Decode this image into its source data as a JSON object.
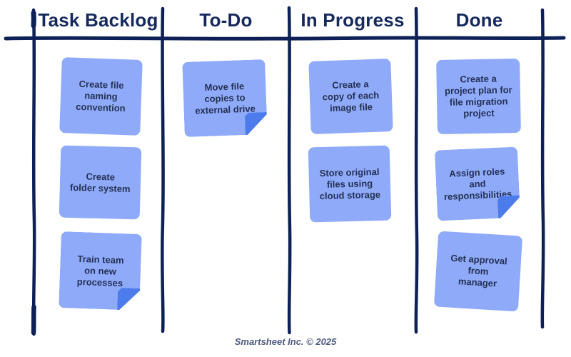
{
  "colors": {
    "background": "#FFFFFF",
    "line": "#0D2156",
    "header_text": "#15295C",
    "note_fill": "#8FAAF8",
    "note_fold": "#4C7CEC",
    "note_text": "#243156",
    "footer_text": "#4E5A7E"
  },
  "board": {
    "columns": [
      {
        "title": "Task Backlog",
        "notes": [
          {
            "text": "Create file\nnaming\nconvention",
            "folded": false
          },
          {
            "text": "Create\nfolder system",
            "folded": false
          },
          {
            "text": "Train team\non new\nprocesses",
            "folded": true
          }
        ]
      },
      {
        "title": "To-Do",
        "notes": [
          {
            "text": "Move file\ncopies to\nexternal drive",
            "folded": true
          }
        ]
      },
      {
        "title": "In Progress",
        "notes": [
          {
            "text": "Create a\ncopy of each\nimage file",
            "folded": false
          },
          {
            "text": "Store original\nfiles using\ncloud storage",
            "folded": false
          }
        ]
      },
      {
        "title": "Done",
        "notes": [
          {
            "text": "Create a\nproject plan for\nfile migration\nproject",
            "folded": false
          },
          {
            "text": "Assign roles\nand\nresponsibilities",
            "folded": true
          },
          {
            "text": "Get approval\nfrom\nmanager",
            "folded": false
          }
        ]
      }
    ]
  },
  "footer": {
    "text": "Smartsheet Inc. © 2025"
  }
}
